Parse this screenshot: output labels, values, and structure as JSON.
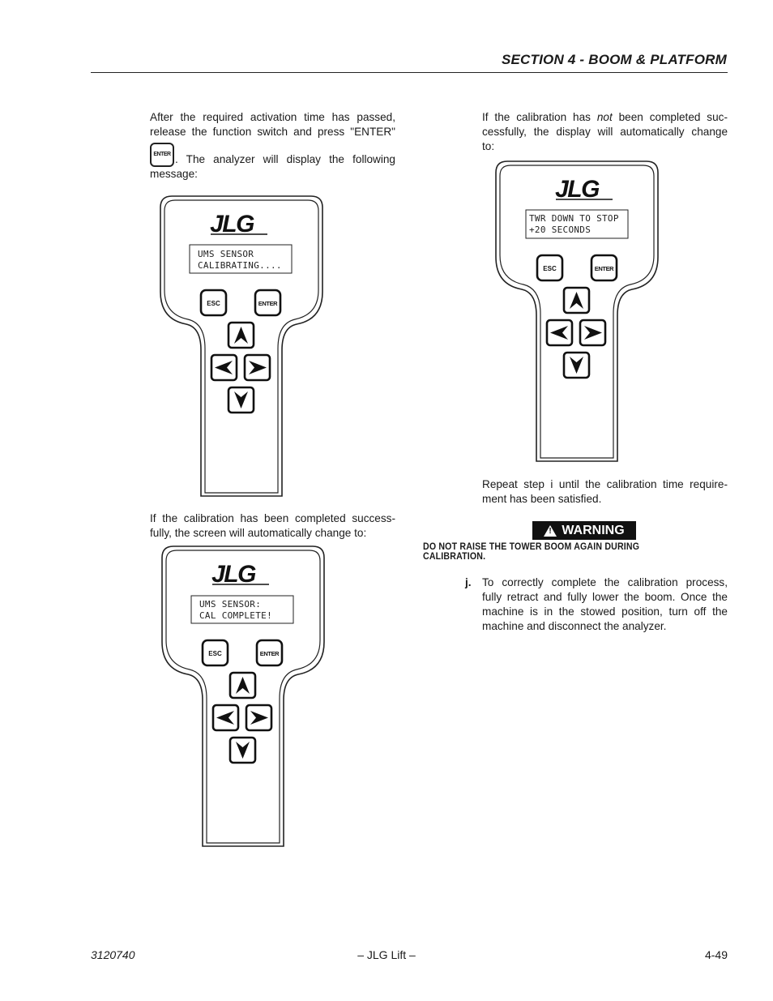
{
  "header": {
    "section_title": "SECTION 4 - BOOM & PLATFORM"
  },
  "left_column": {
    "para1_line1": "After the required activation time has passed,",
    "para1_line2": "release the function switch and press \"ENTER\"",
    "para1_line3": ". The analyzer will display the following",
    "para1_line4": "message:",
    "enter_icon_label": "ENTER",
    "para2_line1": "If the calibration has been completed success-",
    "para2_line2": "fully, the screen will automatically change to:"
  },
  "right_column": {
    "para1_a": "If the calibration has",
    "para1_not": "not",
    "para1_b": "been completed suc-",
    "para1_line2": "cessfully, the display will automatically change",
    "para1_line3": "to:",
    "para2_line1": "Repeat step i until the calibration time require-",
    "para2_line2": "ment has been satisfied.",
    "warning_label": "WARNING",
    "warning_text": "DO NOT RAISE THE TOWER BOOM AGAIN DURING CALIBRATION.",
    "step_letter": "j.",
    "step_line1": "To correctly complete the calibration process,",
    "step_line2": "fully retract and fully lower the boom. Once the",
    "step_line3": "machine is in the stowed position, turn off the",
    "step_line4": "machine and disconnect the analyzer."
  },
  "devices": [
    {
      "logo": "JLG",
      "lcd_line1": "UMS SENSOR",
      "lcd_line2": "CALIBRATING....",
      "esc_label": "ESC",
      "enter_label": "ENTER"
    },
    {
      "logo": "JLG",
      "lcd_line1": "UMS SENSOR:",
      "lcd_line2": "CAL COMPLETE!",
      "esc_label": "ESC",
      "enter_label": "ENTER"
    },
    {
      "logo": "JLG",
      "lcd_line1": "TWR DOWN TO STOP",
      "lcd_line2": "+20 SECONDS",
      "esc_label": "ESC",
      "enter_label": "ENTER"
    }
  ],
  "footer": {
    "doc_number": "3120740",
    "center": "– JLG Lift –",
    "page": "4-49"
  }
}
